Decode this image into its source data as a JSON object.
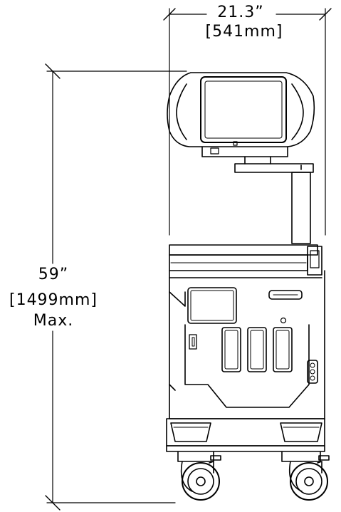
{
  "dimensions": {
    "width": {
      "imperial": "21.3”",
      "metric": "[541mm]"
    },
    "height": {
      "imperial": "59”",
      "metric": "[1499mm]",
      "qualifier": "Max."
    }
  },
  "colors": {
    "line": "#000000",
    "background": "#ffffff"
  }
}
